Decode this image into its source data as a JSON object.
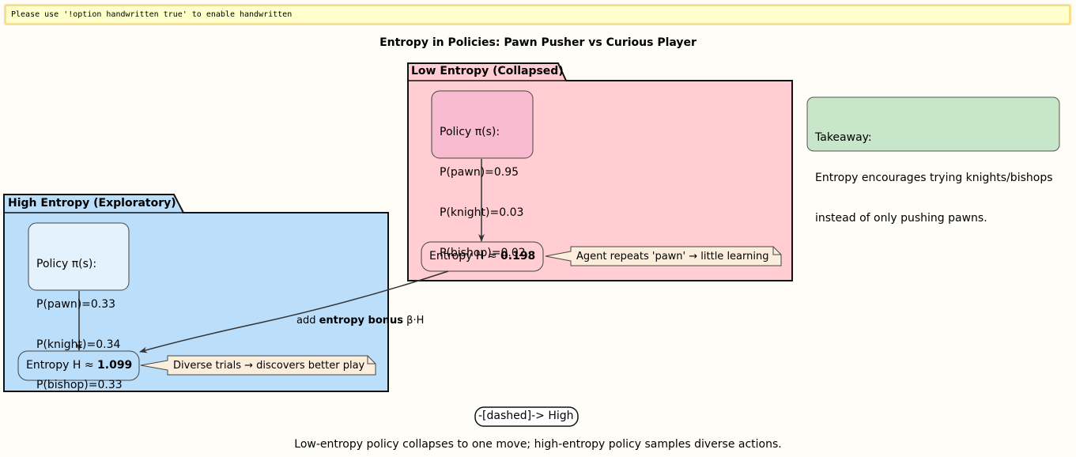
{
  "warning": "Please use '!option handwritten true' to enable handwritten",
  "title": "Entropy in Policies: Pawn Pusher vs Curious Player",
  "low_package": {
    "label": "Low Entropy (Collapsed)",
    "policy": {
      "heading": "Policy π(s):",
      "pawn": "P(pawn)=0.95",
      "knight": "P(knight)=0.03",
      "bishop": "P(bishop)=0.02"
    },
    "entropy_prefix": "Entropy H ≈ ",
    "entropy_value": "0.198",
    "note": "Agent repeats 'pawn' → little learning"
  },
  "high_package": {
    "label": "High Entropy (Exploratory)",
    "policy": {
      "heading": "Policy π(s):",
      "pawn": "P(pawn)=0.33",
      "knight": "P(knight)=0.34",
      "bishop": "P(bishop)=0.33"
    },
    "entropy_prefix": "Entropy H ≈ ",
    "entropy_value": "1.099",
    "note": "Diverse trials → discovers better play"
  },
  "edge_label": {
    "prefix": "add ",
    "bold": "entropy bonus",
    "suffix": " β·H"
  },
  "takeaway": {
    "line1": "Takeaway:",
    "line2": "Entropy encourages trying knights/bishops",
    "line3": "instead of only pushing pawns."
  },
  "legend": "-[dashed]-> High",
  "caption": "Low-entropy policy collapses to one move; high-entropy policy samples diverse actions.",
  "colors": {
    "background": "#FEFDF7",
    "low_package_fill": "#FFCDD2",
    "low_policy_fill": "#F8BBD0",
    "high_package_fill": "#BBDEFB",
    "high_policy_fill": "#E3F2FD",
    "note_fill": "#FBEEDD",
    "takeaway_fill": "#C8E6C9"
  }
}
